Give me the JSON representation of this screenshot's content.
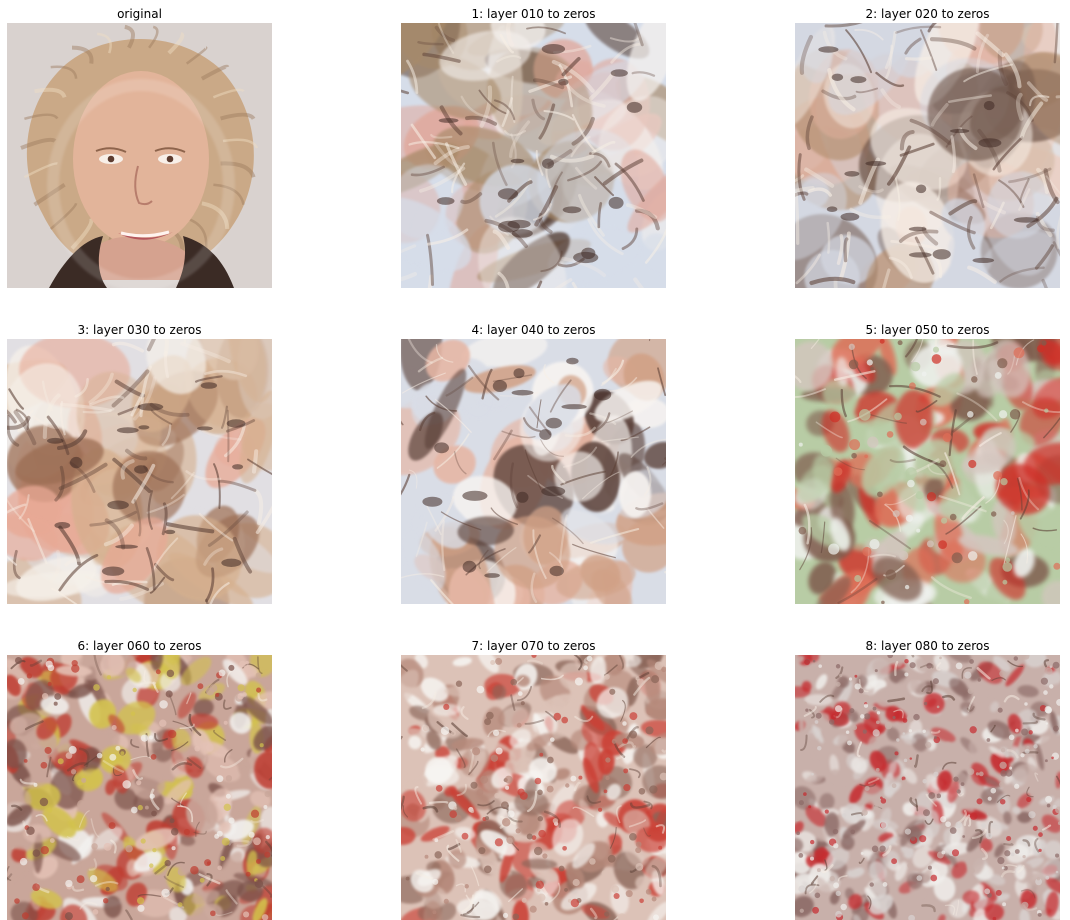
{
  "figure": {
    "panels": [
      {
        "title": "original",
        "style": "face",
        "palette": [
          "#d9d2cf",
          "#c9a783",
          "#e2b49a",
          "#3b2b25",
          "#fbf8f3"
        ]
      },
      {
        "title": "1: layer 010 to zeros",
        "style": "distorted-hair",
        "palette": [
          "#d6dde9",
          "#a88a69",
          "#e1a79a",
          "#4b3228",
          "#f5f1ee"
        ]
      },
      {
        "title": "2: layer 020 to zeros",
        "style": "distorted-hair",
        "palette": [
          "#d4d8e2",
          "#b48f6f",
          "#e5b29f",
          "#6d5247",
          "#f7eee6"
        ]
      },
      {
        "title": "3: layer 030 to zeros",
        "style": "distorted-hair",
        "palette": [
          "#e1dfe3",
          "#d6b08e",
          "#e8a995",
          "#9b6d53",
          "#f6f1ea"
        ]
      },
      {
        "title": "4: layer 040 to zeros",
        "style": "fragmented-faces",
        "palette": [
          "#d9dde6",
          "#d1a186",
          "#e6b6a4",
          "#5a4138",
          "#f8f4f1"
        ]
      },
      {
        "title": "5: layer 050 to zeros",
        "style": "texture",
        "palette": [
          "#b8cca5",
          "#de6d57",
          "#d4c6bf",
          "#7f5c4d",
          "#f0f2ef",
          "#cf2f25"
        ]
      },
      {
        "title": "6: layer 060 to zeros",
        "style": "fine-texture",
        "palette": [
          "#c9a69a",
          "#e4c2b6",
          "#7a5148",
          "#f3f2f0",
          "#bf3d31",
          "#d3c24d"
        ]
      },
      {
        "title": "7: layer 070 to zeros",
        "style": "fine-texture",
        "palette": [
          "#dcc2b7",
          "#b6897a",
          "#8a6559",
          "#f7f5f2",
          "#cb3f36"
        ]
      },
      {
        "title": "8: layer 080 to zeros",
        "style": "finest-texture",
        "palette": [
          "#c8b0aa",
          "#d9d3d1",
          "#8c6a66",
          "#f1efec",
          "#c62b2f"
        ]
      }
    ]
  }
}
